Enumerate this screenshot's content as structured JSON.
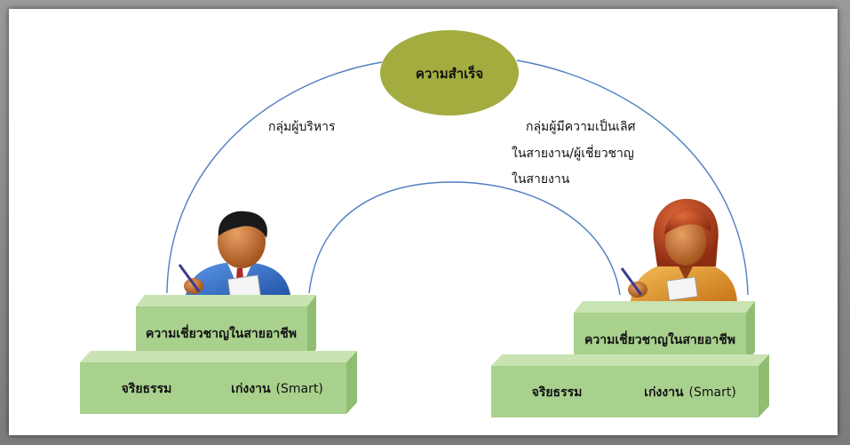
{
  "goal": {
    "label": "ความสำเร็จ",
    "color": "#a3ac3f"
  },
  "left_path_label": "กลุ่มผู้บริหาร",
  "right_path_label": {
    "line1": "กลุ่มผู้มีความเป็นเลิศ",
    "line2": "ในสายงาน/ผู้เชี่ยวชาญ",
    "line3": "ในสายงาน"
  },
  "left_stack": {
    "top": "ความเชี่ยวชาญในสายอาชีพ",
    "bottom_left": "จริยธรรม",
    "bottom_right_th": "เก่งงาน",
    "bottom_right_en": "(Smart)"
  },
  "right_stack": {
    "top": "ความเชี่ยวชาญในสายอาชีพ",
    "bottom_left": "จริยธรรม",
    "bottom_right_th": "เก่งงาน",
    "bottom_right_en": "(Smart)"
  },
  "colors": {
    "box_front": "#a9d18e",
    "box_top": "#c9e3b3",
    "box_side": "#8fbd72",
    "arc": "#4f7ec2",
    "man_suit": "#2e6fc8",
    "woman_suit": "#e39a2e",
    "skin": "#c8742e"
  },
  "icons": {
    "man": "businessman-icon",
    "woman": "businesswoman-icon"
  }
}
